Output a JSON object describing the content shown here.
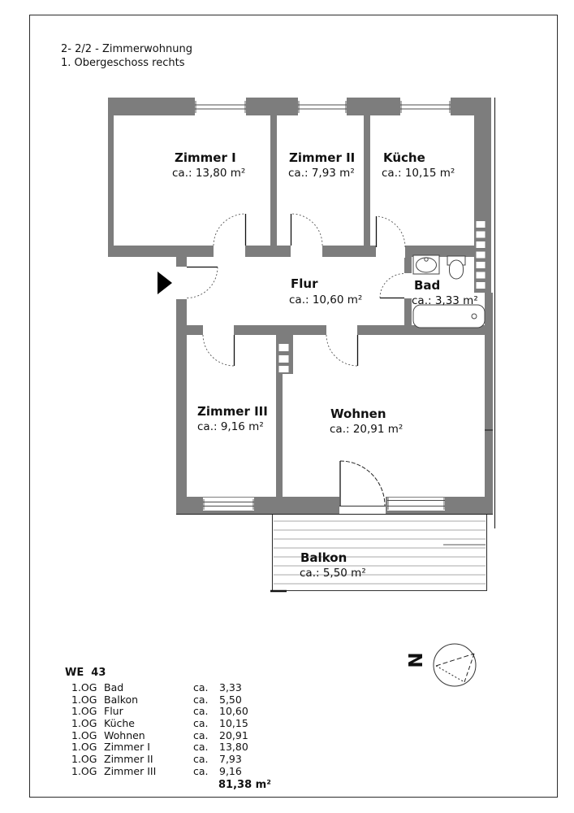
{
  "page": {
    "title_line1": "2- 2/2 - Zimmerwohnung",
    "title_line2": "1. Obergeschoss rechts"
  },
  "plan": {
    "wall_color": "#7d7d7d",
    "rooms": {
      "zimmer1": {
        "name": "Zimmer I",
        "area": "ca.: 13,80 m²"
      },
      "zimmer2": {
        "name": "Zimmer II",
        "area": "ca.: 7,93 m²"
      },
      "kueche": {
        "name": "Küche",
        "area": "ca.: 10,15 m²"
      },
      "flur": {
        "name": "Flur",
        "area": "ca.: 10,60 m²"
      },
      "bad": {
        "name": "Bad",
        "area": "ca.: 3,33 m²"
      },
      "zimmer3": {
        "name": "Zimmer III",
        "area": "ca.: 9,16 m²"
      },
      "wohnen": {
        "name": "Wohnen",
        "area": "ca.: 20,91 m²"
      },
      "balkon": {
        "name": "Balkon",
        "area": "ca.: 5,50 m²"
      }
    }
  },
  "compass": {
    "north_label": "N"
  },
  "table": {
    "title": "WE  43",
    "rows": [
      {
        "floor": "1.OG",
        "room": "Bad",
        "prefix": "ca.",
        "value": "3,33"
      },
      {
        "floor": "1.OG",
        "room": "Balkon",
        "prefix": "ca.",
        "value": "5,50"
      },
      {
        "floor": "1.OG",
        "room": "Flur",
        "prefix": "ca.",
        "value": "10,60"
      },
      {
        "floor": "1.OG",
        "room": "Küche",
        "prefix": "ca.",
        "value": "10,15"
      },
      {
        "floor": "1.OG",
        "room": "Wohnen",
        "prefix": "ca.",
        "value": "20,91"
      },
      {
        "floor": "1.OG",
        "room": "Zimmer I",
        "prefix": "ca.",
        "value": "13,80"
      },
      {
        "floor": "1.OG",
        "room": "Zimmer II",
        "prefix": "ca.",
        "value": "7,93"
      },
      {
        "floor": "1.OG",
        "room": "Zimmer III",
        "prefix": "ca.",
        "value": "9,16"
      }
    ],
    "total": "81,38 m²"
  }
}
